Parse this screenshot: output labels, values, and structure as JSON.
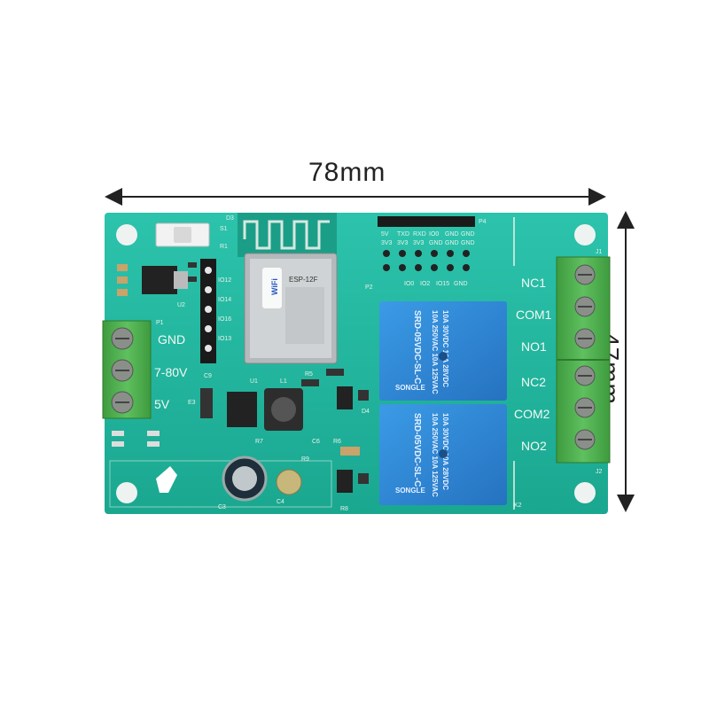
{
  "dimensions": {
    "width_label": "78mm",
    "height_label": "47mm"
  },
  "colors": {
    "pcb": "#1fb6a0",
    "pcb_dark": "#159683",
    "relay": "#2f8bd6",
    "terminal": "#4cae4c",
    "header": "#2a2a2a"
  },
  "power_terminal": {
    "labels": [
      "GND",
      "7-80V",
      "5V"
    ]
  },
  "relay_terminal": {
    "labels": [
      "NC1",
      "COM1",
      "NO1",
      "NC2",
      "COM2",
      "NO2"
    ]
  },
  "header_top": {
    "labels": [
      "5V",
      "TXD",
      "RXD",
      "IO0",
      "GND",
      "GND"
    ],
    "labels2": [
      "3V3",
      "3V3",
      "3V3",
      "GND",
      "GND",
      "GND"
    ]
  },
  "header_mid": {
    "labels": [
      "IO0",
      "IO2",
      "IO15",
      "GND"
    ]
  },
  "esp_pins": {
    "labels": [
      "IO12",
      "IO14",
      "IO16",
      "IO13"
    ]
  },
  "module": {
    "brand": "WiFi",
    "model": "ESP-12F"
  },
  "relays": [
    {
      "model": "SRD-05VDC-SL-C",
      "rating1": "10A 250VAC  10A 125VAC",
      "rating2": "10A 30VDC  10A 28VDC",
      "brand": "SONGLE"
    },
    {
      "model": "SRD-05VDC-SL-C",
      "rating1": "10A 250VAC  10A 125VAC",
      "rating2": "10A 30VDC  10A 28VDC",
      "brand": "SONGLE"
    }
  ],
  "designators": {
    "d3": "D3",
    "s1": "S1",
    "r1": "R1",
    "p1": "P1",
    "u1": "U1",
    "l1": "L1",
    "c3": "C3",
    "c4": "C4",
    "e3": "E3",
    "j1": "J1",
    "j2": "J2",
    "k2": "K2",
    "p4": "P4",
    "p2": "P2",
    "r5": "R5",
    "r6": "R6",
    "r7": "R7",
    "r8": "R8",
    "r9": "R9",
    "c6": "C6",
    "d4": "D4",
    "c9": "C9",
    "u2": "U2"
  }
}
